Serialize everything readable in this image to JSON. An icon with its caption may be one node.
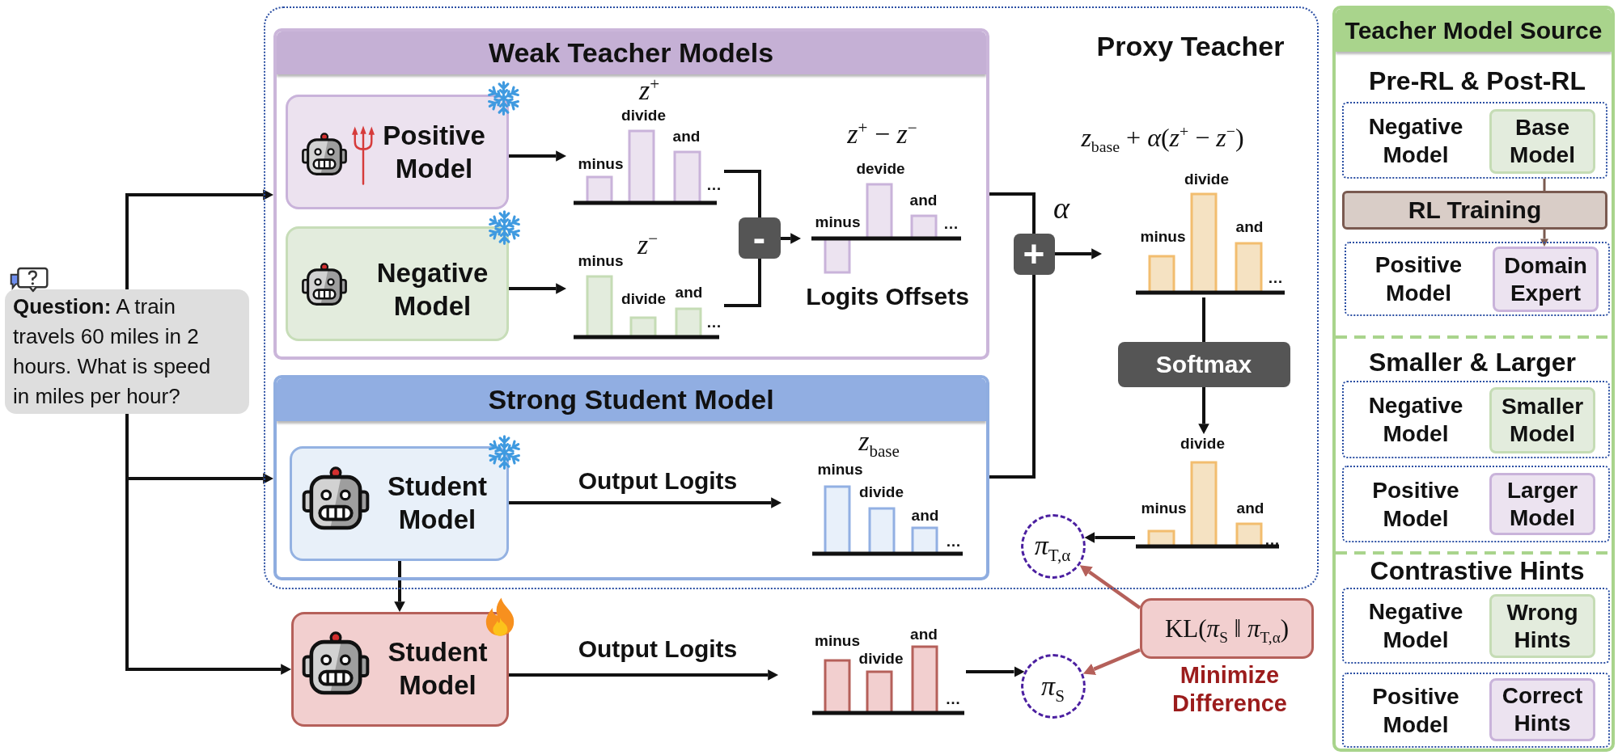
{
  "diagram": {
    "nodes": [
      {
        "text": [
          "**Question:** A train travels 60 miles in 2 hours. What is speed in miles per hour?"
        ]
      },
      {
        "text": [
          "Proxy Teacher"
        ]
      },
      {
        "text": [
          "Weak Teacher Models"
        ],
        "in": 1
      },
      {
        "text": [
          "Positive Model"
        ],
        "in": 2
      },
      {
        "text": [
          "Negative Model"
        ],
        "in": 2
      },
      {
        "text": [
          "*z*$^{+}$",
          "minus",
          "divide",
          "and",
          "…"
        ],
        "in": 2
      },
      {
        "text": [
          "*z*$^{−}$",
          "minus",
          "divide",
          "and",
          "…"
        ],
        "in": 2
      },
      {
        "text": [
          "-"
        ],
        "in": 2
      },
      {
        "text": [
          "*z*$^{+}$ − *z*$^{−}$",
          "minus",
          "devide",
          "and",
          "…"
        ],
        "beside": [
          "Logits Offsets"
        ],
        "in": 2
      },
      {
        "text": [
          "+"
        ],
        "in": 1
      },
      {
        "text": [
          "minus",
          "divide",
          "and",
          "…"
        ],
        "beside": [
          "*z*$_{base}$ + *α*(*z*$^{+}$ − *z*$^{−}$)"
        ],
        "in": 1
      },
      {
        "text": [
          "Softmax"
        ],
        "in": 1
      },
      {
        "text": [
          "minus",
          "divide",
          "and",
          "…"
        ],
        "in": 1
      },
      {
        "text": [
          "*π*$_{T,α}$"
        ],
        "in": 1
      },
      {
        "text": [
          "Strong Student Model"
        ],
        "in": 1
      },
      {
        "text": [
          "Student Model"
        ],
        "in": 14
      },
      {
        "text": [
          "*z*$_{base}$",
          "minus",
          "divide",
          "and",
          "…"
        ],
        "in": 14
      },
      {
        "text": [
          "Student Model"
        ]
      },
      {
        "text": [
          "minus",
          "divide",
          "and",
          "…"
        ]
      },
      {
        "text": [
          "*π*$_{S}$"
        ]
      },
      {
        "text": [
          "KL(*π*$_{S}$ ‖ *π*$_{T,α}$)"
        ],
        "beside": [
          "Minimize Difference"
        ]
      },
      {
        "text": [
          "Teacher Model Source",
          "Pre-RL & Post-RL",
          "Smaller & Larger",
          "Contrastive Hints"
        ]
      },
      {
        "text": [
          "Negative Model"
        ],
        "in": 21
      },
      {
        "text": [
          "Base Model"
        ],
        "in": 22
      },
      {
        "text": [
          "RL Training"
        ],
        "in": 21
      },
      {
        "text": [
          "Positive Model"
        ],
        "in": 21
      },
      {
        "text": [
          "Domain Expert"
        ],
        "in": 25
      },
      {
        "text": [
          "Negative Model"
        ],
        "in": 21
      },
      {
        "text": [
          "Smaller Model"
        ],
        "in": 27
      },
      {
        "text": [
          "Positive Model"
        ],
        "in": 21
      },
      {
        "text": [
          "Larger Model"
        ],
        "in": 29
      },
      {
        "text": [
          "Negative Model"
        ],
        "in": 21
      },
      {
        "text": [
          "Wrong Hints"
        ],
        "in": 31
      },
      {
        "text": [
          "Positive Model"
        ],
        "in": 21
      },
      {
        "text": [
          "Correct Hints"
        ],
        "in": 33
      }
    ],
    "edges": [
      {
        "from": 0,
        "to": 2,
        "arrow": "to"
      },
      {
        "from": 0,
        "to": 14,
        "arrow": "to"
      },
      {
        "from": 0,
        "to": 17,
        "arrow": "to"
      },
      {
        "from": 3,
        "to": 5,
        "arrow": "to"
      },
      {
        "from": 4,
        "to": 6,
        "arrow": "to"
      },
      {
        "from": 5,
        "to": 7,
        "arrow": "none"
      },
      {
        "from": 6,
        "to": 7,
        "arrow": "none"
      },
      {
        "from": 7,
        "to": 8,
        "arrow": "to"
      },
      {
        "from": 2,
        "to": 9,
        "arrow": "none"
      },
      {
        "from": 14,
        "to": 9,
        "arrow": "none"
      },
      {
        "from": 9,
        "to": 10,
        "arrow": "to",
        "label": "α"
      },
      {
        "from": 10,
        "to": 11,
        "arrow": "none"
      },
      {
        "from": 11,
        "to": 12,
        "arrow": "to"
      },
      {
        "from": 12,
        "to": 13,
        "arrow": "to"
      },
      {
        "from": 15,
        "to": 17,
        "arrow": "to"
      },
      {
        "from": 15,
        "to": 16,
        "arrow": "to",
        "label": "Output Logits"
      },
      {
        "from": 17,
        "to": 18,
        "arrow": "to",
        "label": "Output Logits"
      },
      {
        "from": 18,
        "to": 19,
        "arrow": "to"
      },
      {
        "from": 20,
        "to": 13,
        "arrow": "to",
        "color": "#b5605a"
      },
      {
        "from": 20,
        "to": 19,
        "arrow": "to",
        "color": "#b5605a"
      },
      {
        "from": 22,
        "to": 24,
        "arrow": "none",
        "color": "#7a5a50"
      },
      {
        "from": 24,
        "to": 26,
        "arrow": "to",
        "color": "#7a5a50"
      }
    ]
  }
}
